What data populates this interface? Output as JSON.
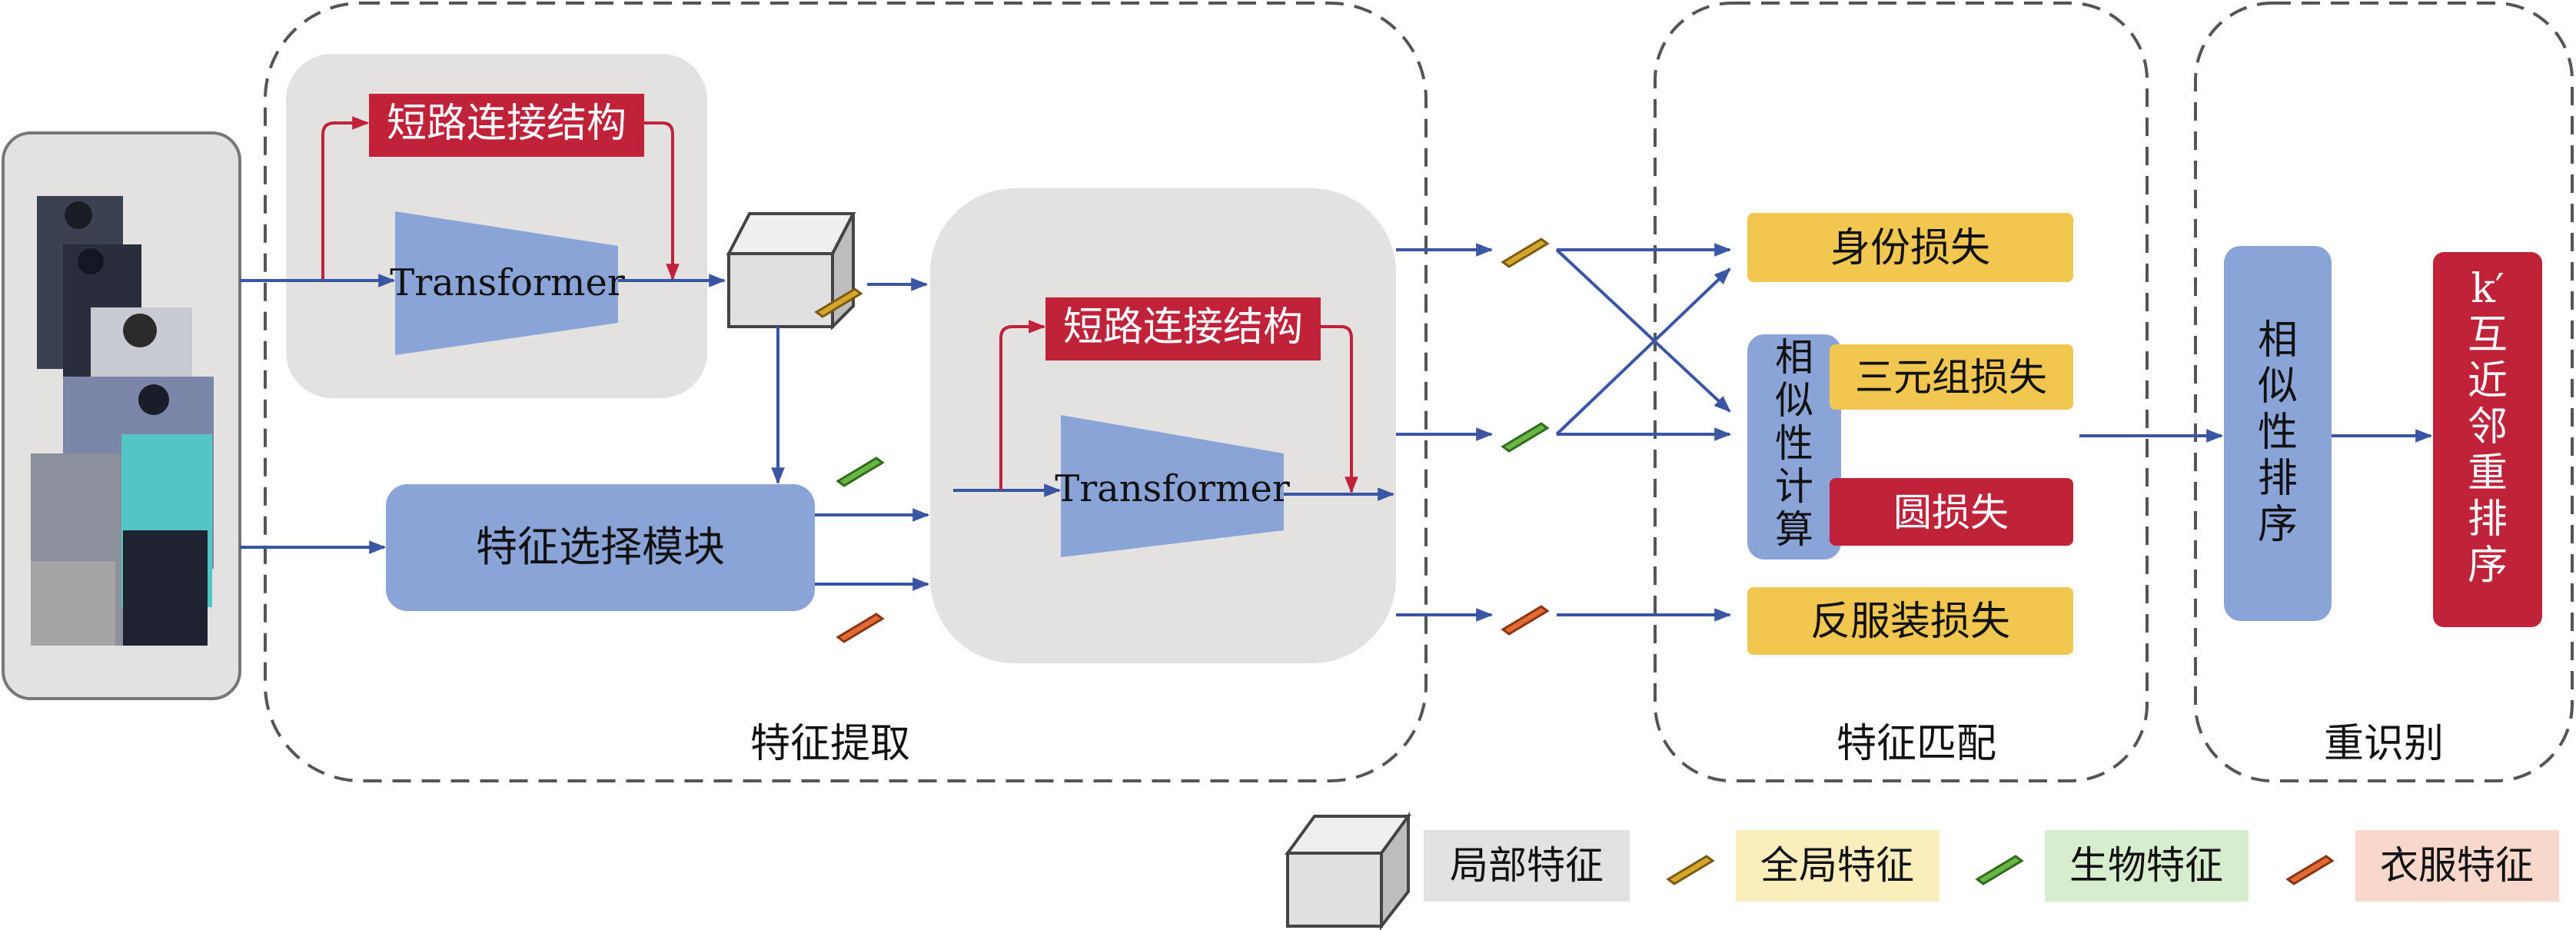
{
  "colors": {
    "region_border": "#555555",
    "panel_gray": "#e3e2e0",
    "shortcut_red": "#c0223a",
    "transformer_blue": "#8aa4d8",
    "module_blue": "#8aa4d8",
    "loss_yellow": "#f1c74f",
    "circle_red": "#c0223a",
    "arrow_blue": "#3a55a4",
    "arrow_red": "#c0223a",
    "global_feature": "#d4a72c",
    "bio_feature": "#6ab545",
    "cloth_feature": "#e26a35",
    "legend_local_bg": "#e3e2e0",
    "legend_global_bg": "#fbeebd",
    "legend_bio_bg": "#d6eecd",
    "legend_cloth_bg": "#f8d8cb"
  },
  "extraction": {
    "label": "特征提取",
    "shortcut_top": "短路连接结构",
    "transformer_top": "Transformer",
    "feature_select": "特征选择模块",
    "shortcut_mid": "短路连接结构",
    "transformer_mid": "Transformer"
  },
  "matching": {
    "label": "特征匹配",
    "identity_loss": "身份损失",
    "similarity_calc": [
      "相",
      "似",
      "性",
      "计",
      "算"
    ],
    "triplet_loss": "三元组损失",
    "circle_loss": "圆损失",
    "anti_cloth_loss": "反服装损失"
  },
  "reid": {
    "label": "重识别",
    "similarity_rank": [
      "相",
      "似",
      "性",
      "排",
      "序"
    ],
    "rerank": [
      "k′",
      "互",
      "近",
      "邻",
      "重",
      "排",
      "序"
    ]
  },
  "legend": {
    "local": "局部特征",
    "global": "全局特征",
    "bio": "生物特征",
    "cloth": "衣服特征"
  },
  "icons": {
    "input_images": "person-photos-icon",
    "local_feature": "cube-icon",
    "global_feature": "yellow-bar-icon",
    "bio_feature": "green-bar-icon",
    "cloth_feature": "orange-bar-icon"
  }
}
